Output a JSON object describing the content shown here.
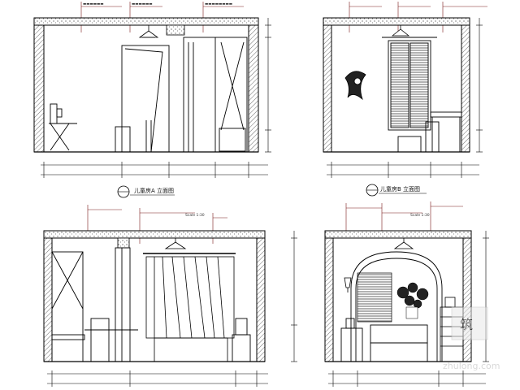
{
  "drawing": {
    "background": "#ffffff",
    "line_color": "#000000",
    "hatch_color": "#444444",
    "annotation_color": "#8a1a1a"
  },
  "elevations": [
    {
      "id": "A",
      "title_label": "儿童房A 立面图"
    },
    {
      "id": "B",
      "title_label": "儿童房B 立面图"
    },
    {
      "id": "C",
      "title_label": "Scale 1:30"
    },
    {
      "id": "D",
      "title_label": "Scale 1:30"
    }
  ],
  "watermark": {
    "site_text": "zhulong.com",
    "logo_glyph": "筑"
  }
}
